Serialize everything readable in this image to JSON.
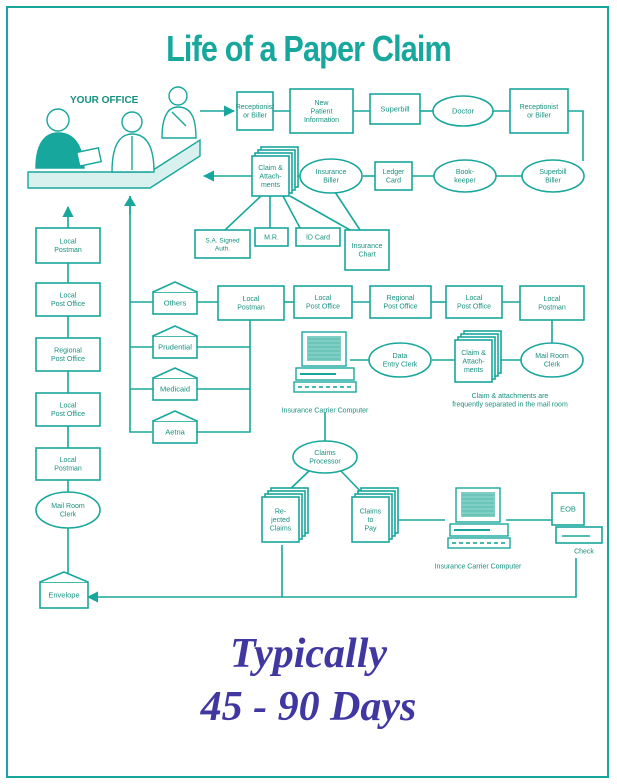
{
  "title": "Life of a Paper Claim",
  "your_office_label": "YOUR OFFICE",
  "tagline_line1": "Typically",
  "tagline_line2": "45 - 90 Days",
  "colors": {
    "line": "#18a79c",
    "text": "#16907f",
    "tagline": "#4037a1",
    "screen": "#7fcfc4"
  },
  "nodes": {
    "receptionist_top": "Receptionist\nor Biller",
    "new_patient": "New\nPatient\nInformation",
    "superbill": "Superbill",
    "doctor": "Doctor",
    "receptionist_right": "Receptionist\nor Biller",
    "claim_attach": "Claim &\nAttach-\nments",
    "insurance_biller": "Insurance\nBiller",
    "ledger_card": "Ledger\nCard",
    "bookkeeper": "Book-\nkeeper",
    "superbill_biller": "Superbill\nBiller",
    "sa_signed": "S.A. Signed\nAuth.",
    "mr": "M.R.",
    "id_card": "ID Card",
    "insurance_chart": "Insurance\nChart",
    "left_local_postman1": "Local\nPostman",
    "left_local_po1": "Local\nPost Office",
    "left_regional_po": "Regional\nPost Office",
    "left_local_po2": "Local\nPost Office",
    "left_local_postman2": "Local\nPostman",
    "left_mail_room": "Mail Room\nClerk",
    "envelope": "Envelope",
    "others": "Others",
    "prudential": "Prudential",
    "medicaid": "Medicaid",
    "aetna": "Aetna",
    "row_local_postman": "Local\nPostman",
    "row_local_po1": "Local\nPost Office",
    "row_regional_po": "Regional\nPost Office",
    "row_local_po2": "Local\nPost Office",
    "row_local_postman2": "Local\nPostman",
    "data_entry": "Data\nEntry Clerk",
    "claim_attach2": "Claim &\nAttach-\nments",
    "mail_room_right": "Mail Room\nClerk",
    "carrier_computer1": "Insurance Carrier Computer",
    "separated_note": "Claim & attachments are\nfrequently separated in the mail room",
    "claims_processor": "Claims\nProcessor",
    "rejected": "Re-\njected\nClaims",
    "claims_to_pay": "Claims\nto\nPay",
    "carrier_computer2": "Insurance Carrier Computer",
    "eob": "EOB",
    "check": "Check"
  }
}
